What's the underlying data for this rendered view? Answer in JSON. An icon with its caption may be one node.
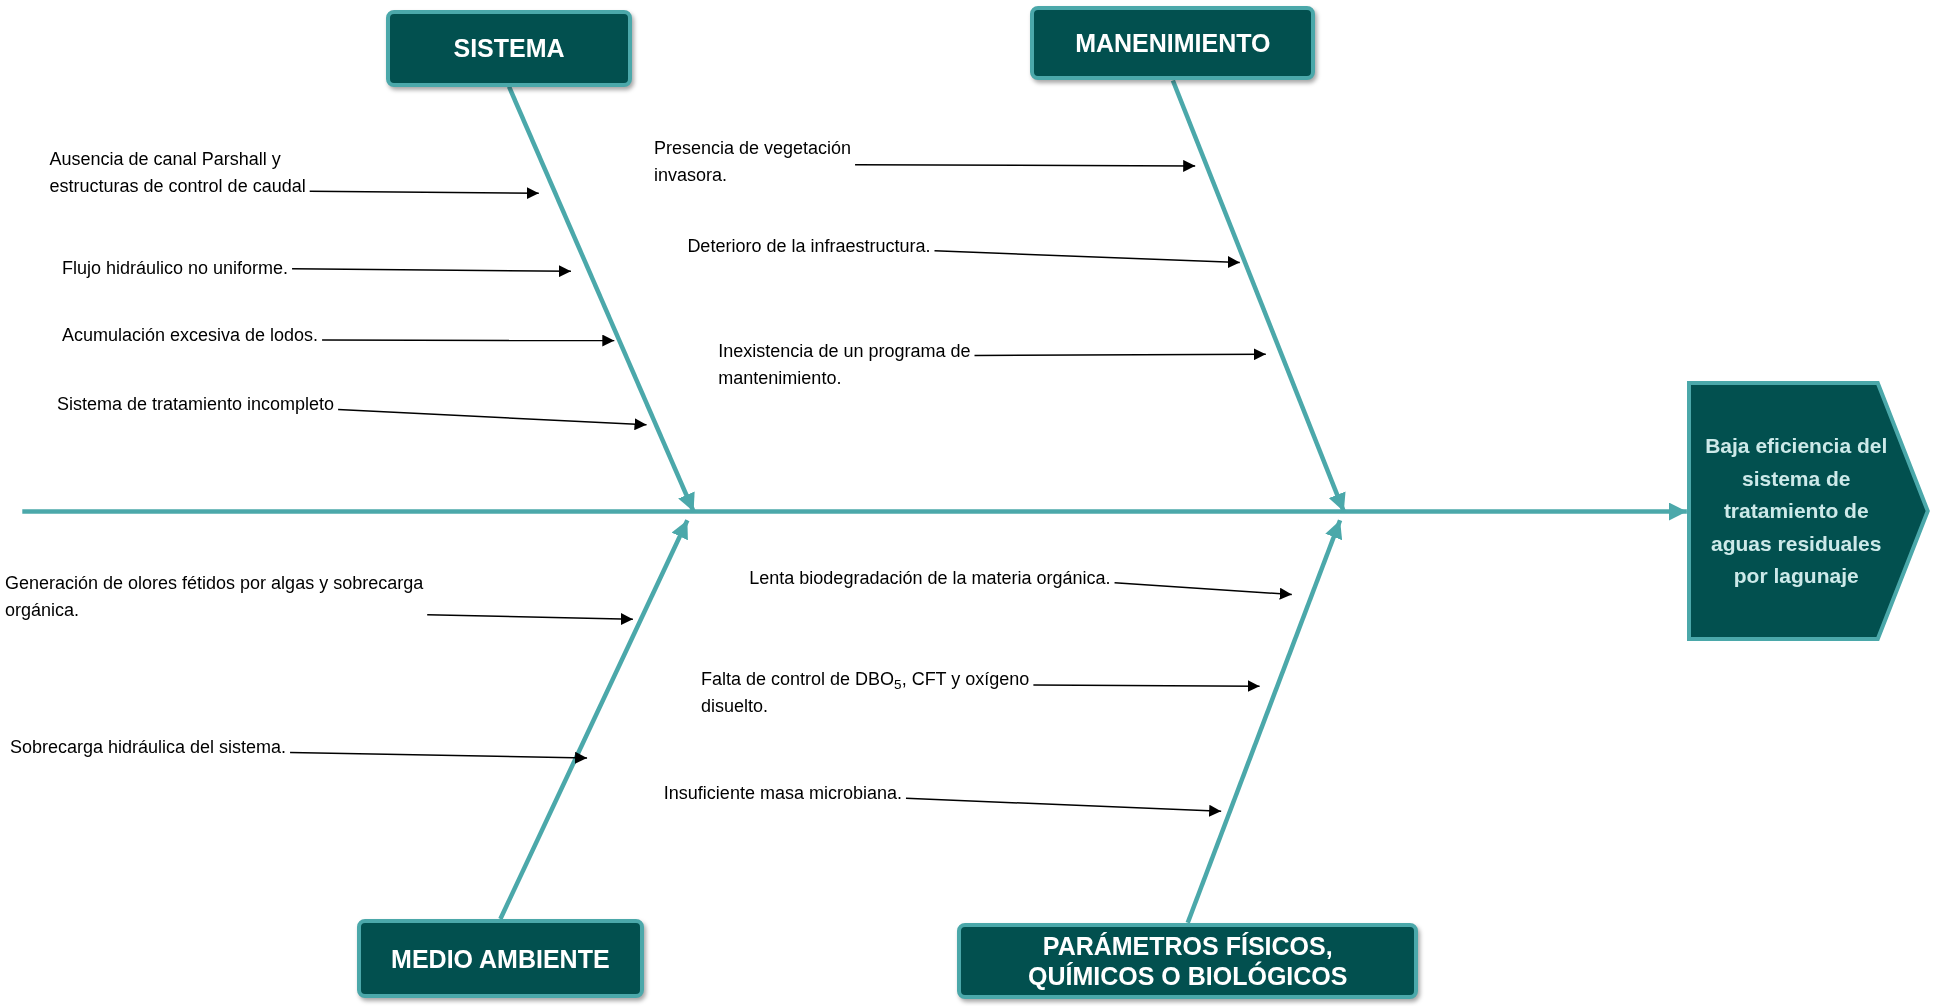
{
  "diagram": {
    "nodes": [
      {
        "text": [
          "SISTEMA"
        ]
      },
      {
        "text": [
          "MANENIMIENTO"
        ]
      },
      {
        "text": [
          "Ausencia de canal Parshall y estructuras de control de caudal"
        ]
      },
      {
        "text": [
          "Flujo hidráulico no uniforme."
        ]
      },
      {
        "text": [
          "Acumulación excesiva de lodos."
        ]
      },
      {
        "text": [
          "Sistema de tratamiento incompleto"
        ]
      },
      {
        "text": [
          "Presencia de vegetación invasora."
        ]
      },
      {
        "text": [
          "Deterioro de la infraestructura."
        ]
      },
      {
        "text": [
          "Inexistencia de un programa de mantenimiento."
        ]
      },
      {
        "text": [
          "Baja eficiencia del sistema de tratamiento de aguas residuales por lagunaje"
        ]
      },
      {
        "text": [
          "Generación de olores fétidos por algas y sobrecarga orgánica."
        ]
      },
      {
        "text": [
          "Sobrecarga hidráulica del sistema."
        ]
      },
      {
        "text": [
          "Lenta biodegradación de la materia orgánica."
        ]
      },
      {
        "text": [
          "Falta de control de DBO$_{5}$, CFT y oxígeno disuelto."
        ]
      },
      {
        "text": [
          "Insuficiente masa microbiana."
        ]
      },
      {
        "text": [
          "MEDIO AMBIENTE"
        ]
      },
      {
        "text": [
          "PARÁMETROS FÍSICOS, QUÍMICOS O BIOLÓGICOS"
        ]
      }
    ],
    "edges": [
      {
        "from": null,
        "to": 9,
        "arrow": "to",
        "style": "thick",
        "color": "#4ba8aa"
      },
      {
        "from": 0,
        "to": null,
        "arrow": "to",
        "style": "thick",
        "color": "#4ba8aa"
      },
      {
        "from": 1,
        "to": null,
        "arrow": "to",
        "style": "thick",
        "color": "#4ba8aa"
      },
      {
        "from": 15,
        "to": null,
        "arrow": "to",
        "style": "thick",
        "color": "#4ba8aa"
      },
      {
        "from": 16,
        "to": null,
        "arrow": "to",
        "style": "thick",
        "color": "#4ba8aa"
      },
      {
        "from": 2,
        "to": null,
        "arrow": "to"
      },
      {
        "from": 3,
        "to": null,
        "arrow": "to"
      },
      {
        "from": 4,
        "to": null,
        "arrow": "to"
      },
      {
        "from": 5,
        "to": null,
        "arrow": "to"
      },
      {
        "from": 6,
        "to": null,
        "arrow": "to"
      },
      {
        "from": 7,
        "to": null,
        "arrow": "to"
      },
      {
        "from": 8,
        "to": null,
        "arrow": "to"
      },
      {
        "from": 10,
        "to": null,
        "arrow": "to"
      },
      {
        "from": 11,
        "to": null,
        "arrow": "to"
      },
      {
        "from": 12,
        "to": null,
        "arrow": "to"
      },
      {
        "from": 13,
        "to": null,
        "arrow": "to"
      },
      {
        "from": 14,
        "to": null,
        "arrow": "to"
      }
    ]
  }
}
